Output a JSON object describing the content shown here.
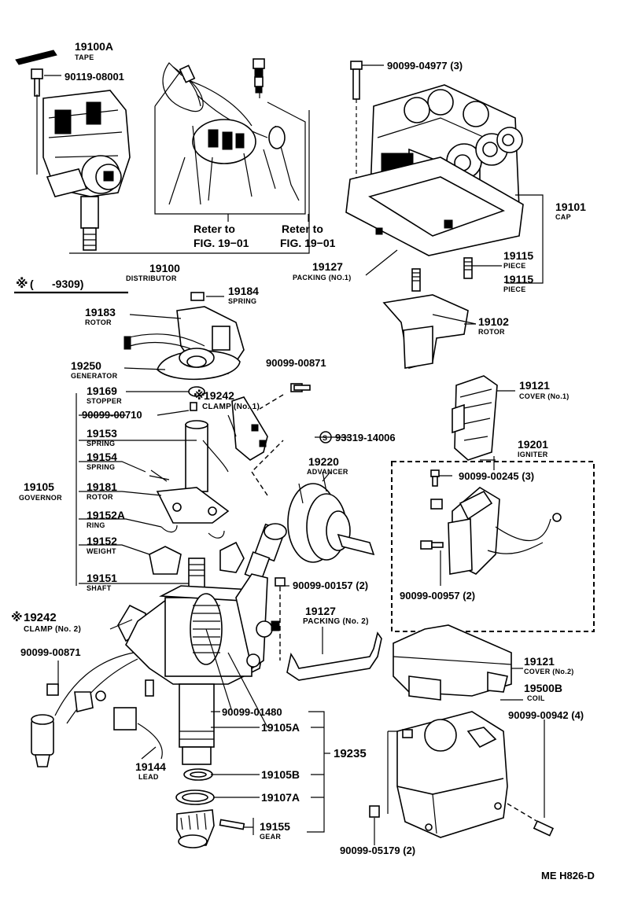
{
  "labels": {
    "tape": {
      "num": "19100A",
      "name": "TAPE"
    },
    "bolt1": {
      "num": "90119-08001"
    },
    "screw_cap": {
      "num": "90099-04977 (3)"
    },
    "ref1": {
      "text1": "Reter to",
      "text2": "FIG. 19−01"
    },
    "ref2": {
      "text1": "Reter to",
      "text2": "FIG. 19−01"
    },
    "cap": {
      "num": "19101",
      "name": "CAP"
    },
    "distributor": {
      "num": "19100",
      "name": "DISTRIBUTOR"
    },
    "packing1": {
      "num": "19127",
      "name": "PACKING (NO.1)"
    },
    "piece1": {
      "num": "19115",
      "name": "PIECE"
    },
    "piece2": {
      "num": "19115",
      "name": "PIECE"
    },
    "note": {
      "mark": "※",
      "text": "(      -9309)"
    },
    "spring19184": {
      "num": "19184",
      "name": "SPRING"
    },
    "rotor19183": {
      "num": "19183",
      "name": "ROTOR"
    },
    "rotor19102": {
      "num": "19102",
      "name": "ROTOR"
    },
    "generator": {
      "num": "19250",
      "name": "GENERATOR"
    },
    "bolt00871a": {
      "num": "90099-00871"
    },
    "stopper": {
      "num": "19169",
      "name": "STOPPER"
    },
    "clamp1": {
      "num": "19242",
      "name": "CLAMP (No. 1)",
      "mark": "※"
    },
    "screw00710": {
      "num": "90099-00710"
    },
    "cover1": {
      "num": "19121",
      "name": "COVER (No.1)"
    },
    "s_part": {
      "num": "93319-14006",
      "mark": "S"
    },
    "spring19153": {
      "num": "19153",
      "name": "SPRING"
    },
    "spring19154": {
      "num": "19154",
      "name": "SPRING"
    },
    "governor": {
      "num": "19105",
      "name": "GOVERNOR"
    },
    "rotor19181": {
      "num": "19181",
      "name": "ROTOR"
    },
    "advancer": {
      "num": "19220",
      "name": "ADVANCER"
    },
    "igniter": {
      "num": "19201",
      "name": "IGNITER"
    },
    "screw00245": {
      "num": "90099-00245 (3)"
    },
    "ring": {
      "num": "19152A",
      "name": "RING"
    },
    "weight": {
      "num": "19152",
      "name": "WEIGHT"
    },
    "shaft": {
      "num": "19151",
      "name": "SHAFT"
    },
    "screw00157": {
      "num": "90099-00157 (2)"
    },
    "screw00957": {
      "num": "90099-00957 (2)"
    },
    "clamp2": {
      "num": "19242",
      "name": "CLAMP (No. 2)",
      "mark": "※"
    },
    "packing2": {
      "num": "19127",
      "name": "PACKING (No. 2)"
    },
    "bolt00871b": {
      "num": "90099-00871"
    },
    "cover2": {
      "num": "19121",
      "name": "COVER (No.2)"
    },
    "coil": {
      "num": "19500B",
      "name": "COIL"
    },
    "screw00942": {
      "num": "90099-00942 (4)"
    },
    "pin01480": {
      "num": "90099-01480"
    },
    "p19105A": {
      "num": "19105A"
    },
    "p19235": {
      "num": "19235"
    },
    "lead": {
      "num": "19144",
      "name": "LEAD"
    },
    "p19105B": {
      "num": "19105B"
    },
    "p19107A": {
      "num": "19107A"
    },
    "gear": {
      "num": "19155",
      "name": "GEAR"
    },
    "nut05179": {
      "num": "90099-05179 (2)"
    },
    "code": {
      "text": "ME H826-D"
    }
  }
}
